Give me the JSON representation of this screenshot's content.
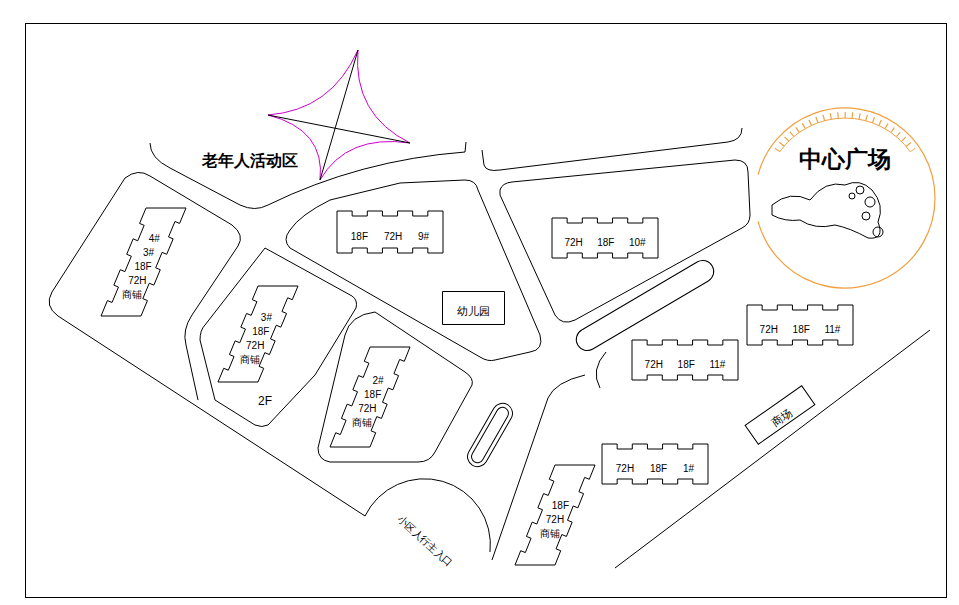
{
  "diagram": {
    "nodes": [
      {
        "text": [
          "中心广场"
        ]
      },
      {
        "text": [
          "18F",
          "72H",
          "9#"
        ]
      },
      {
        "text": [
          "72H",
          "18F",
          "10#"
        ]
      },
      {
        "text": [
          "4#",
          "3#",
          "18F",
          "72H",
          "商铺"
        ]
      },
      {
        "text": [
          "3#",
          "18F",
          "72H",
          "商铺"
        ]
      },
      {
        "text": [
          "幼儿园"
        ]
      },
      {
        "text": [
          "72H",
          "18F",
          "11#"
        ]
      },
      {
        "text": [
          "72H",
          "18F",
          "11#"
        ]
      },
      {
        "text": [
          "2#",
          "18F",
          "72H",
          "商铺"
        ]
      },
      {
        "text": [
          "商场"
        ]
      },
      {
        "text": [
          "72H",
          "18F",
          "1#"
        ]
      },
      {
        "text": [
          "18F",
          "72H",
          "商铺"
        ]
      }
    ],
    "labels": [
      "老年人活动区",
      "2F",
      "小区人行主入口"
    ]
  }
}
